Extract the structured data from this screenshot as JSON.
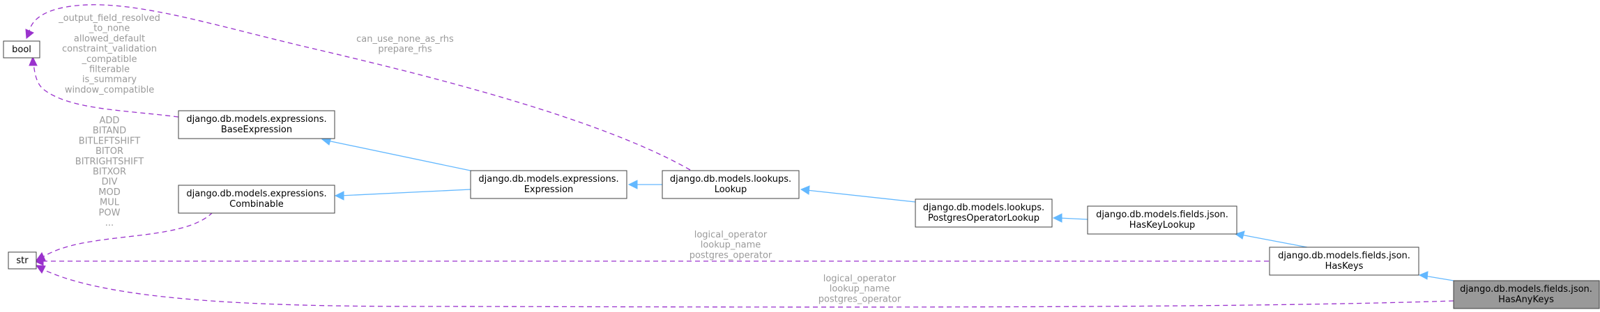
{
  "nodes": {
    "bool": {
      "lines": [
        "bool"
      ]
    },
    "str": {
      "lines": [
        "str"
      ]
    },
    "base_expression": {
      "lines": [
        "django.db.models.expressions.",
        "BaseExpression"
      ]
    },
    "combinable": {
      "lines": [
        "django.db.models.expressions.",
        "Combinable"
      ]
    },
    "expression": {
      "lines": [
        "django.db.models.expressions.",
        "Expression"
      ]
    },
    "lookup": {
      "lines": [
        "django.db.models.lookups.",
        "Lookup"
      ]
    },
    "postgres_operator_lookup": {
      "lines": [
        "django.db.models.lookups.",
        "PostgresOperatorLookup"
      ]
    },
    "has_key_lookup": {
      "lines": [
        "django.db.models.fields.json.",
        "HasKeyLookup"
      ]
    },
    "has_keys": {
      "lines": [
        "django.db.models.fields.json.",
        "HasKeys"
      ]
    },
    "has_any_keys": {
      "lines": [
        "django.db.models.fields.json.",
        "HasAnyKeys"
      ]
    }
  },
  "edge_labels": {
    "base_expression_to_bool": [
      "_output_field_resolved",
      "_to_none",
      "allowed_default",
      "constraint_validation",
      "_compatible",
      "filterable",
      "is_summary",
      "window_compatible"
    ],
    "lookup_to_bool": [
      "can_use_none_as_rhs",
      "prepare_rhs"
    ],
    "combinable_to_str": [
      "ADD",
      "BITAND",
      "BITLEFTSHIFT",
      "BITOR",
      "BITRIGHTSHIFT",
      "BITXOR",
      "DIV",
      "MOD",
      "MUL",
      "POW",
      "..."
    ],
    "has_keys_to_str": [
      "logical_operator",
      "lookup_name",
      "postgres_operator"
    ],
    "has_any_keys_to_str": [
      "logical_operator",
      "lookup_name",
      "postgres_operator"
    ]
  },
  "colors": {
    "inheritance_edge": "#63b8ff",
    "usage_edge": "#9a32cd",
    "focus_node_fill": "#999999",
    "edge_label_text": "#9a9a9a"
  }
}
